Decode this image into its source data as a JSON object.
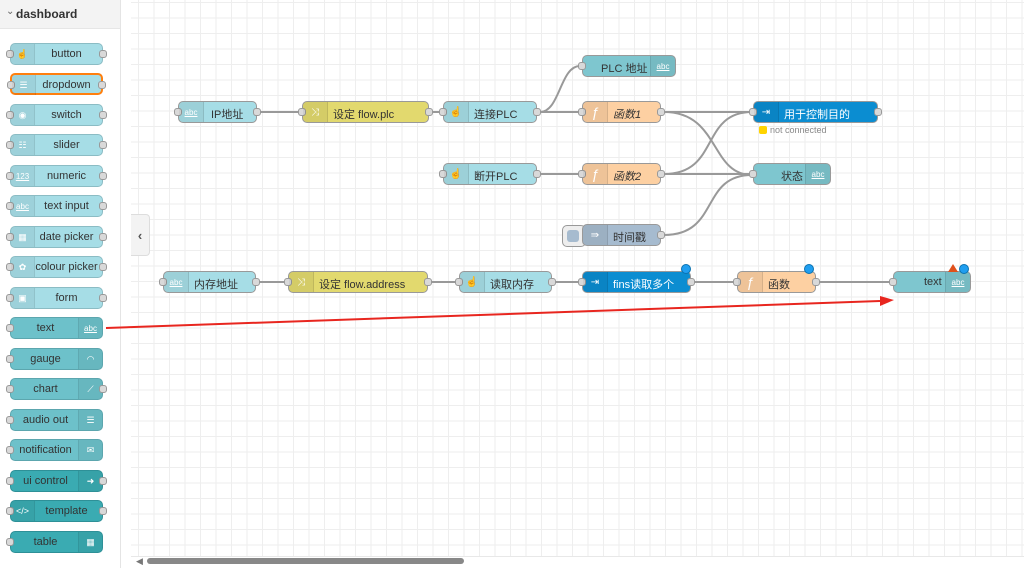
{
  "palette": {
    "category": "dashboard",
    "nodes": [
      {
        "label": "button",
        "icon": "hand-pointer-icon",
        "style": "light",
        "icon_side": "left",
        "ports": "both"
      },
      {
        "label": "dropdown",
        "icon": "list-icon",
        "style": "light",
        "icon_side": "left",
        "ports": "both",
        "selected": true
      },
      {
        "label": "switch",
        "icon": "toggle-icon",
        "style": "light",
        "icon_side": "left",
        "ports": "both"
      },
      {
        "label": "slider",
        "icon": "sliders-icon",
        "style": "light",
        "icon_side": "left",
        "ports": "both"
      },
      {
        "label": "numeric",
        "icon": "numeric-icon",
        "style": "light",
        "icon_side": "left",
        "ports": "both"
      },
      {
        "label": "text input",
        "icon": "text-input-icon",
        "style": "light",
        "icon_side": "left",
        "ports": "both"
      },
      {
        "label": "date picker",
        "icon": "calendar-icon",
        "style": "light",
        "icon_side": "left",
        "ports": "both"
      },
      {
        "label": "colour picker",
        "icon": "palette-icon",
        "style": "light",
        "icon_side": "left",
        "ports": "both"
      },
      {
        "label": "form",
        "icon": "form-icon",
        "style": "light",
        "icon_side": "left",
        "ports": "both"
      },
      {
        "label": "text",
        "icon": "text-abc-icon",
        "style": "mid",
        "icon_side": "right",
        "ports": "in"
      },
      {
        "label": "gauge",
        "icon": "gauge-icon",
        "style": "mid",
        "icon_side": "right",
        "ports": "in"
      },
      {
        "label": "chart",
        "icon": "chart-icon",
        "style": "mid",
        "icon_side": "right",
        "ports": "both"
      },
      {
        "label": "audio out",
        "icon": "speaker-icon",
        "style": "mid",
        "icon_side": "right",
        "ports": "in"
      },
      {
        "label": "notification",
        "icon": "envelope-icon",
        "style": "mid",
        "icon_side": "right",
        "ports": "in"
      },
      {
        "label": "ui control",
        "icon": "arrow-right-icon",
        "style": "dark",
        "icon_side": "right",
        "ports": "both"
      },
      {
        "label": "template",
        "icon": "code-icon",
        "style": "dark",
        "icon_side": "left",
        "ports": "both"
      },
      {
        "label": "table",
        "icon": "table-icon",
        "style": "dark",
        "icon_side": "right",
        "ports": "in"
      }
    ]
  },
  "flow": {
    "nodes": {
      "ip_addr": "IP地址",
      "set_plc": "设定 flow.plc",
      "connect_plc": "连接PLC",
      "plc_addr": "PLC 地址",
      "func1": "函数1",
      "control_purpose": "用于控制目的",
      "control_status": "not connected",
      "disconnect_plc": "断开PLC",
      "func2": "函数2",
      "state": "状态",
      "timestamp": "时间戳",
      "mem_addr": "内存地址",
      "set_address": "设定 flow.address",
      "read_mem": "读取内存",
      "fins_read": "fins读取多个",
      "func": "函数",
      "text": "text"
    }
  },
  "icons": {
    "abc": "abc",
    "func": "ƒ",
    "collapse": "‹"
  },
  "colors": {
    "annotation_arrow": "#e8261f",
    "selection": "#ff7f0e",
    "status_yellow": "#ffd400"
  }
}
